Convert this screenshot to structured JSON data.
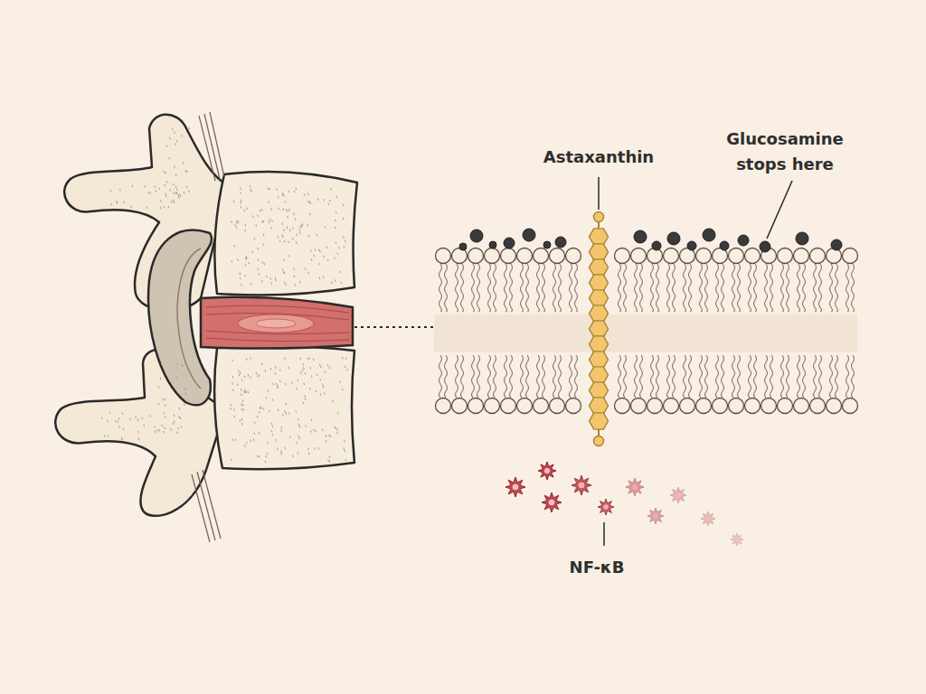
{
  "diagram": {
    "labels": [
      "Astaxanthin",
      "Glucosamine stops here",
      "NF-κB"
    ]
  }
}
